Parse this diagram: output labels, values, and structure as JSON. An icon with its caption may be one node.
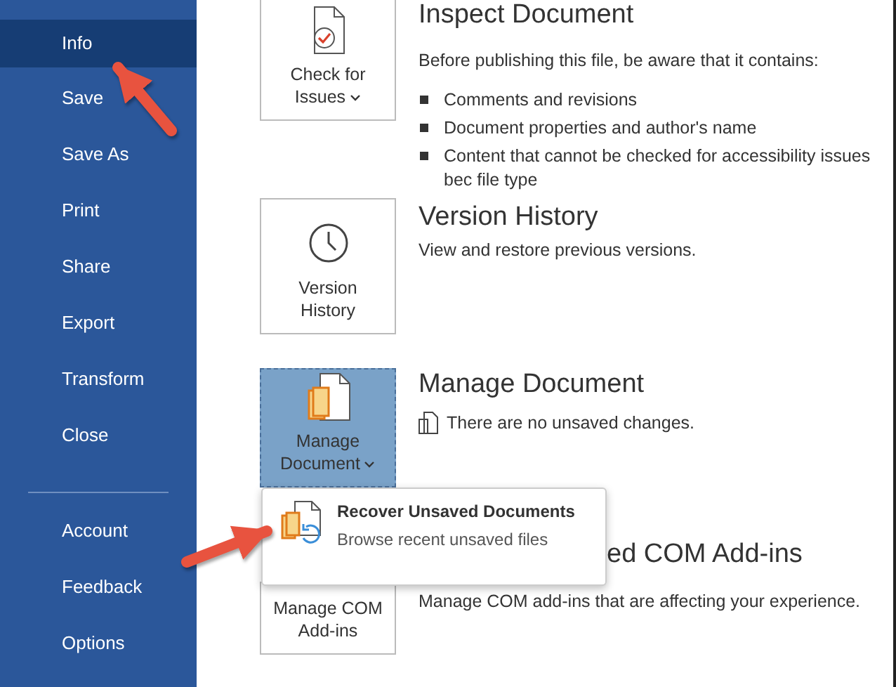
{
  "diagram": {
    "nodes": [
      {
        "text": [
          "Info"
        ]
      },
      {
        "text": [
          "Recover Unsaved Documents",
          "Browse recent unsaved files"
        ]
      }
    ],
    "edges": [
      {
        "from": null,
        "to": 0,
        "arrow": "to"
      },
      {
        "from": null,
        "to": 1,
        "arrow": "to"
      }
    ],
    "labels": [
      "Save",
      "Save As",
      "Print",
      "Share",
      "Export",
      "Transform",
      "Close",
      "Account",
      "Feedback",
      "Options",
      "Inspect Document",
      "Check for Issues",
      "Before publishing this file, be aware that it contains:",
      "Comments and revisions",
      "Document properties and author's name",
      "Content that cannot be checked for accessibility issues bec file type",
      "Version History",
      "Version History",
      "View and restore previous versions.",
      "Manage Document",
      "Manage Document",
      "There are no unsaved changes.",
      "ed COM Add-ins",
      "Manage COM Add-ins",
      "Manage COM add-ins that are affecting your experience."
    ]
  }
}
